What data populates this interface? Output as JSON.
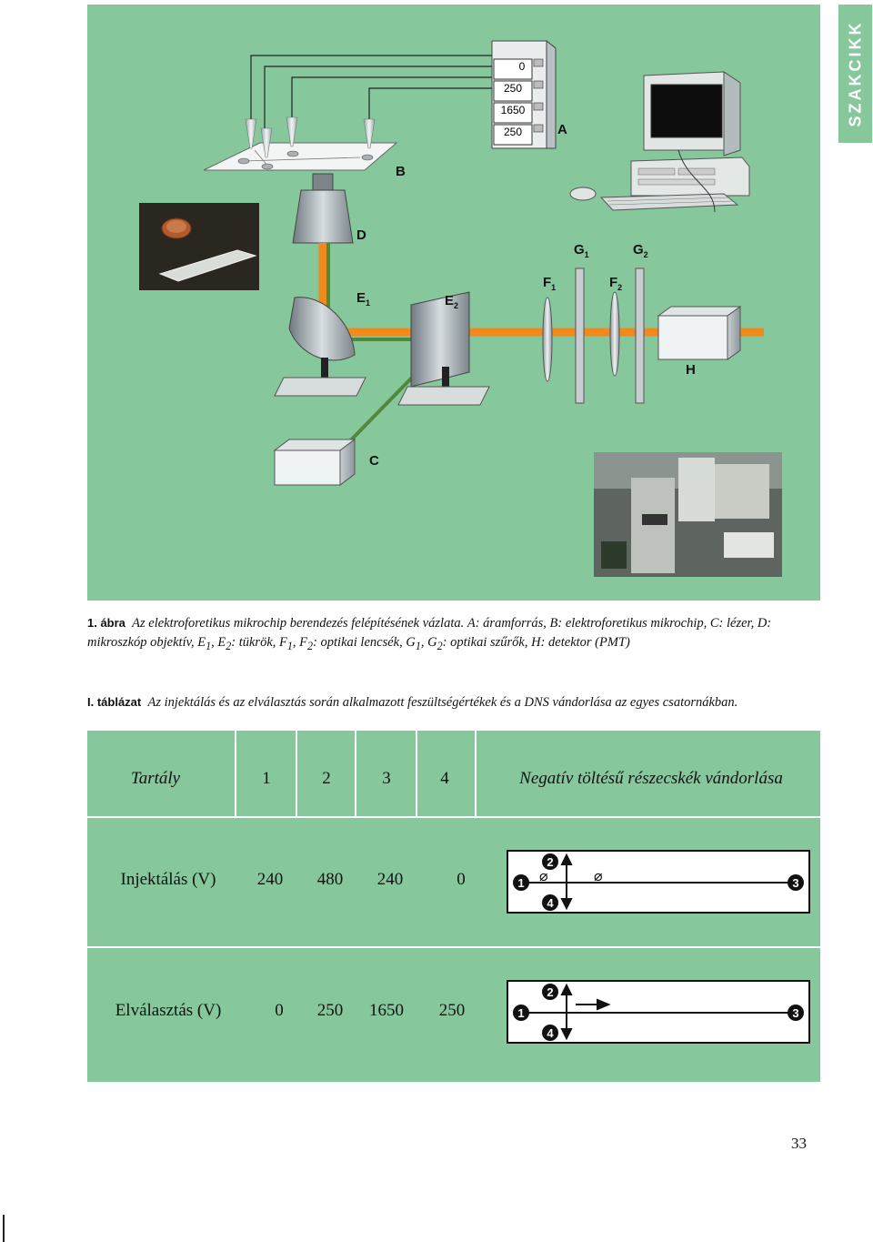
{
  "side_tab": {
    "label": "SZAKCIKK"
  },
  "figure": {
    "power_supply_values": [
      "0",
      "250",
      "1650",
      "250"
    ],
    "labels": {
      "A": "A",
      "B": "B",
      "C": "C",
      "D": "D",
      "E1": "E",
      "E1_sub": "1",
      "E2": "E",
      "E2_sub": "2",
      "F1": "F",
      "F1_sub": "1",
      "F2": "F",
      "F2_sub": "2",
      "G1": "G",
      "G1_sub": "1",
      "G2": "G",
      "G2_sub": "2",
      "H": "H"
    },
    "colors": {
      "background": "#86c79c",
      "laser_orange": "#f08a1c",
      "laser_green": "#4e8a3a"
    }
  },
  "caption1": {
    "label": "1. ábra",
    "title": "Az elektroforetikus mikrochip berendezés felépítésének vázlata.",
    "line1_rest": "A: áramforrás, B: elektroforetikus mikrochip, C: lézer, D:",
    "line2": {
      "a": "mikroszkóp objektív, E",
      "s1": "1",
      "b": ", E",
      "s2": "2",
      "c": ": tükrök, F",
      "s3": "1",
      "d": ", F",
      "s4": "2",
      "e": ": optikai lencsék, G",
      "s5": "1",
      "f": ", G",
      "s6": "2",
      "g": ": optikai szűrők, H: detektor (PMT)"
    }
  },
  "caption2": {
    "label": "I. táblázat",
    "text": "Az injektálás és az elválasztás során alkalmazott feszültségértékek és a DNS vándorlása az egyes csatornákban."
  },
  "table": {
    "header": [
      "Tartály",
      "1",
      "2",
      "3",
      "4",
      "Negatív töltésű részecskék vándorlása"
    ],
    "rows": [
      {
        "label": "Injektálás (V)",
        "values": [
          "240",
          "480",
          "240",
          "0"
        ]
      },
      {
        "label": "Elválasztás (V)",
        "values": [
          "0",
          "250",
          "1650",
          "250"
        ]
      }
    ],
    "diagram_markers": {
      "n1": "1",
      "n2": "2",
      "n3": "3",
      "n4": "4",
      "blocked": "⌀"
    }
  },
  "page_number": "33"
}
